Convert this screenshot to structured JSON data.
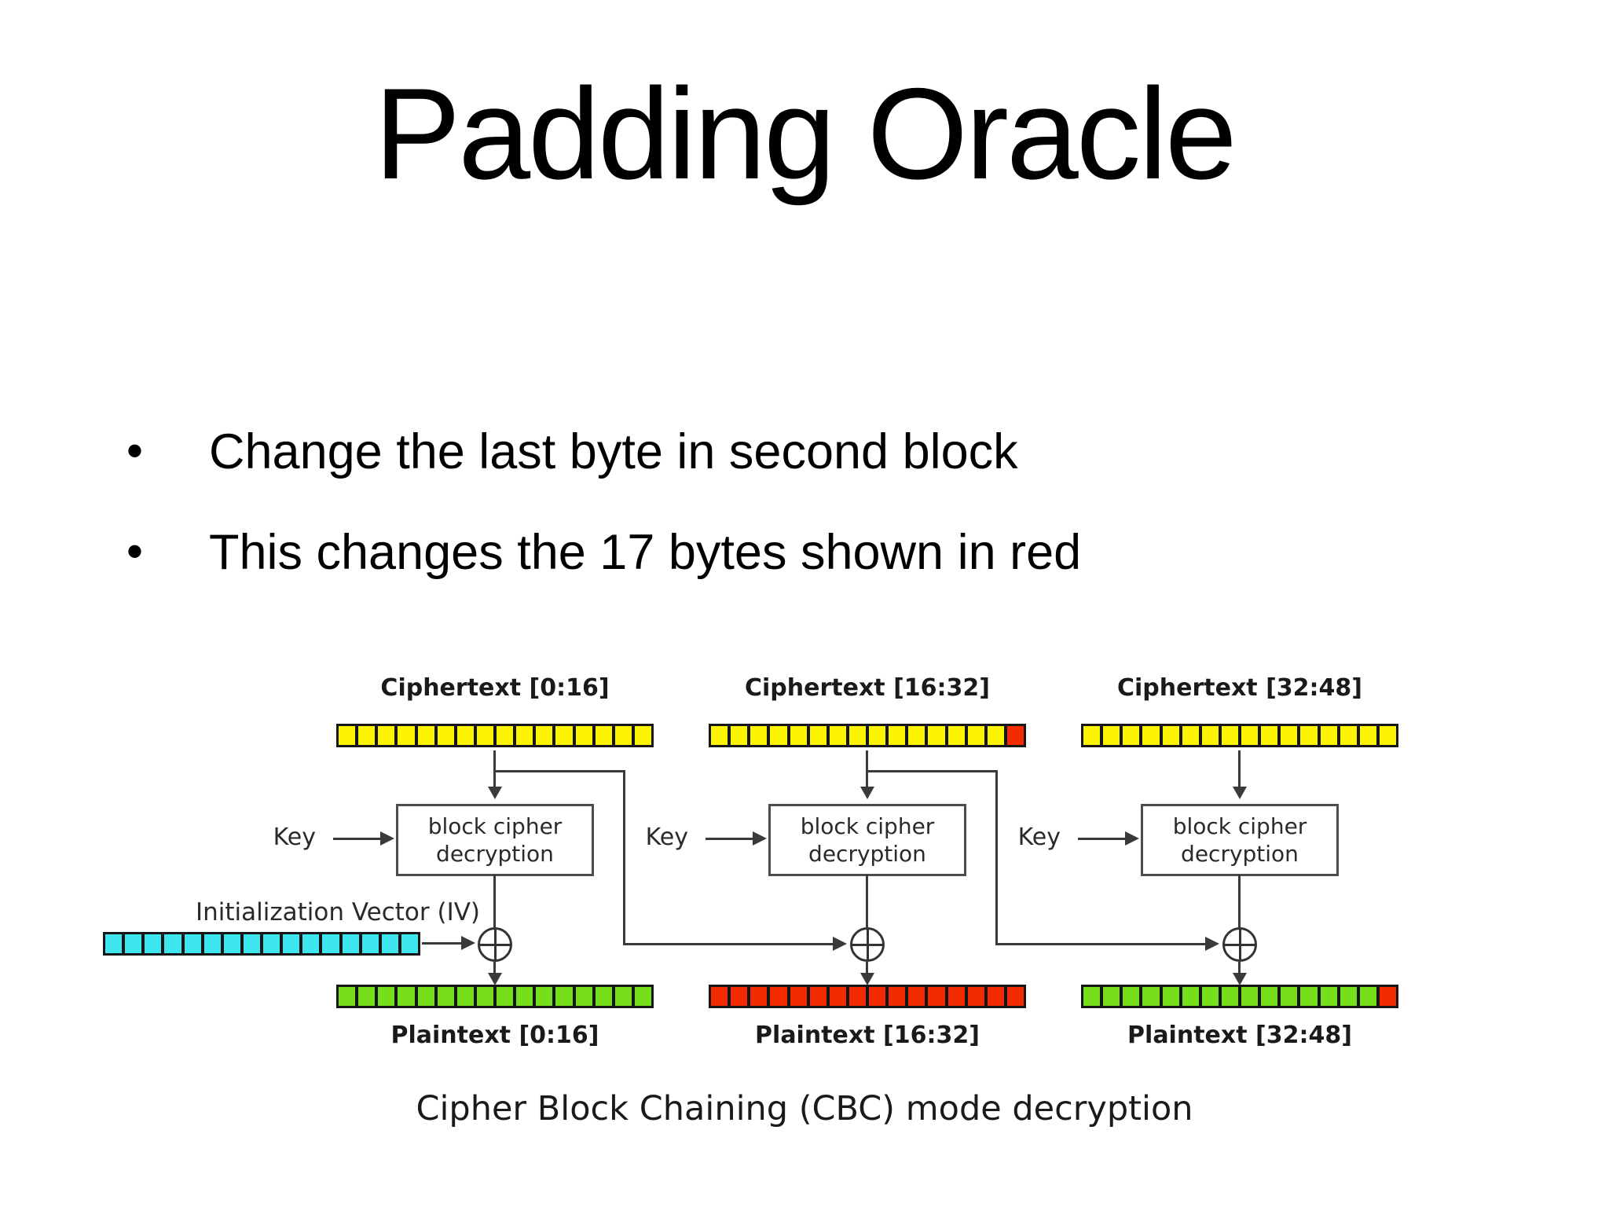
{
  "slide": {
    "title": "Padding Oracle",
    "bullets": [
      "Change the last byte in second block",
      "This changes the 17 bytes shown in red"
    ],
    "bullet_glyph": "•"
  },
  "diagram": {
    "caption": "Cipher Block Chaining (CBC) mode decryption",
    "iv_label": "Initialization Vector (IV)",
    "key_label": "Key",
    "box_label_line1": "block cipher",
    "box_label_line2": "decryption",
    "palette": {
      "yellow": "#FCF402",
      "red": "#F32B00",
      "green": "#77DF19",
      "cyan": "#3EE6EF",
      "line": "#3a3a3a"
    },
    "iv_cells": [
      "cyan",
      "cyan",
      "cyan",
      "cyan",
      "cyan",
      "cyan",
      "cyan",
      "cyan",
      "cyan",
      "cyan",
      "cyan",
      "cyan",
      "cyan",
      "cyan",
      "cyan",
      "cyan"
    ],
    "columns": [
      {
        "ciphertext_label": "Ciphertext [0:16]",
        "plaintext_label": "Plaintext [0:16]",
        "ciphertext_cells": [
          "yellow",
          "yellow",
          "yellow",
          "yellow",
          "yellow",
          "yellow",
          "yellow",
          "yellow",
          "yellow",
          "yellow",
          "yellow",
          "yellow",
          "yellow",
          "yellow",
          "yellow",
          "yellow"
        ],
        "plaintext_cells": [
          "green",
          "green",
          "green",
          "green",
          "green",
          "green",
          "green",
          "green",
          "green",
          "green",
          "green",
          "green",
          "green",
          "green",
          "green",
          "green"
        ]
      },
      {
        "ciphertext_label": "Ciphertext [16:32]",
        "plaintext_label": "Plaintext [16:32]",
        "ciphertext_cells": [
          "yellow",
          "yellow",
          "yellow",
          "yellow",
          "yellow",
          "yellow",
          "yellow",
          "yellow",
          "yellow",
          "yellow",
          "yellow",
          "yellow",
          "yellow",
          "yellow",
          "yellow",
          "red"
        ],
        "plaintext_cells": [
          "red",
          "red",
          "red",
          "red",
          "red",
          "red",
          "red",
          "red",
          "red",
          "red",
          "red",
          "red",
          "red",
          "red",
          "red",
          "red"
        ]
      },
      {
        "ciphertext_label": "Ciphertext [32:48]",
        "plaintext_label": "Plaintext [32:48]",
        "ciphertext_cells": [
          "yellow",
          "yellow",
          "yellow",
          "yellow",
          "yellow",
          "yellow",
          "yellow",
          "yellow",
          "yellow",
          "yellow",
          "yellow",
          "yellow",
          "yellow",
          "yellow",
          "yellow",
          "yellow"
        ],
        "plaintext_cells": [
          "green",
          "green",
          "green",
          "green",
          "green",
          "green",
          "green",
          "green",
          "green",
          "green",
          "green",
          "green",
          "green",
          "green",
          "green",
          "red"
        ]
      }
    ]
  }
}
